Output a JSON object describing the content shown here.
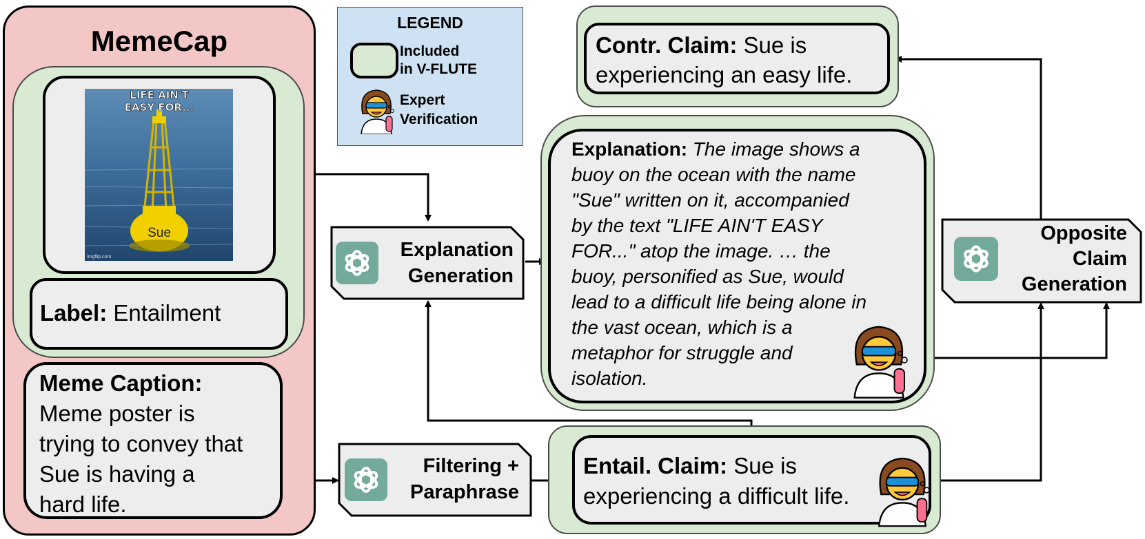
{
  "memecap": {
    "title": "MemeCap",
    "meme_text": "LIFE AIN'T EASY FOR...",
    "buoy_name": "Sue",
    "watermark": "imgflip.com",
    "label": {
      "key": "Label:",
      "value": "Entailment"
    },
    "caption": {
      "key": "Meme Caption:",
      "lines": [
        "Meme poster is",
        "trying to convey that",
        "Sue is having a",
        "hard life."
      ]
    }
  },
  "legend": {
    "title": "LEGEND",
    "included": [
      "Included",
      "in V-FLUTE"
    ],
    "expert": [
      "Expert",
      "Verification"
    ]
  },
  "steps": {
    "explanation_generation": [
      "Explanation",
      "Generation"
    ],
    "filtering_paraphrase": [
      "Filtering +",
      "Paraphrase"
    ],
    "opposite_claim_generation": [
      "Opposite",
      "Claim",
      "Generation"
    ]
  },
  "contr_claim": {
    "key": "Contr. Claim:",
    "value_line1": "Sue is",
    "value_line2": "experiencing an easy life."
  },
  "entail_claim": {
    "key": "Entail. Claim:",
    "value_line1": "Sue is",
    "value_line2": "experiencing a difficult life."
  },
  "explanation": {
    "key": "Explanation:",
    "first_line": "The image shows a",
    "lines": [
      "buoy on the ocean with the name",
      "\"Sue\" written on it, accompanied",
      "by the text \"LIFE AIN'T EASY",
      "FOR...\" atop the image. … the",
      "buoy, personified as Sue, would",
      "lead to a difficult life being alone in",
      "the vast ocean, which is a",
      "metaphor for struggle and",
      "isolation."
    ]
  },
  "colors": {
    "memecap_bg": "#f4c7c7",
    "included_green": "#d9ead3",
    "legend_blue": "#cfe2f3",
    "box_grey": "#ededed",
    "gpt_teal": "#74aa9c"
  },
  "icons": [
    "openai-logo-icon",
    "scientist-icon",
    "arrow-icon"
  ]
}
